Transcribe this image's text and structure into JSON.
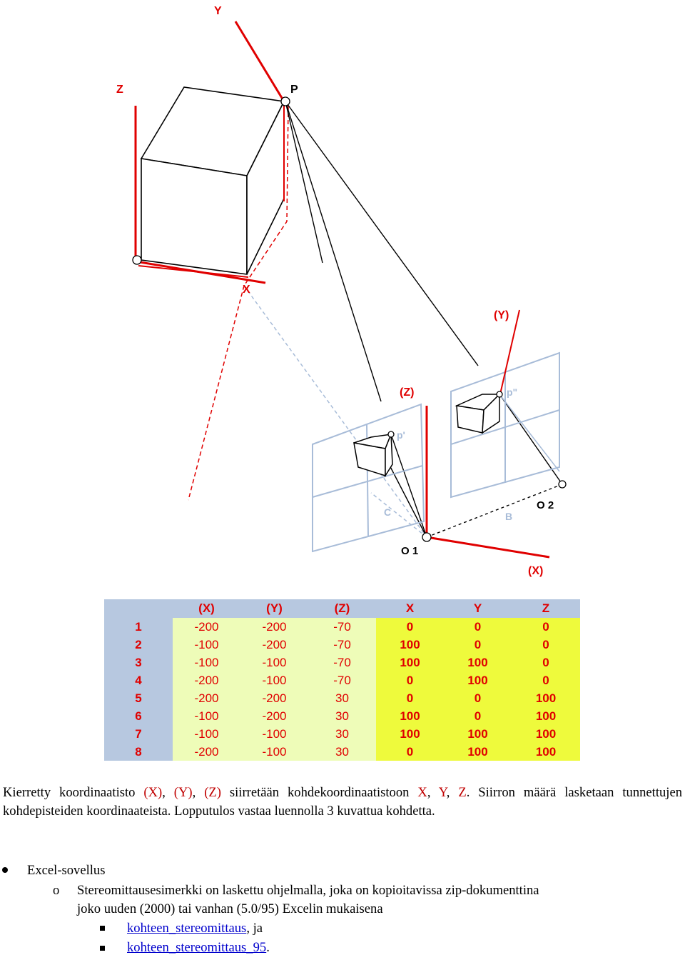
{
  "figure": {
    "labels": {
      "y": "Y",
      "z": "Z",
      "p": "P",
      "x": "X",
      "y_rot": "(Y)",
      "z_rot": "(Z)",
      "x_rot": "(X)",
      "p1": "p'",
      "p2": "p\"",
      "c": "C",
      "b": "B",
      "o1": "O 1",
      "o2": "O 2"
    },
    "colors": {
      "axis": "#e00000",
      "projection": "#a8bcd8",
      "edges": "#000000"
    }
  },
  "table": {
    "headers": [
      "(X)",
      "(Y)",
      "(Z)",
      "X",
      "Y",
      "Z"
    ],
    "rows": [
      {
        "id": "1",
        "values": [
          "-200",
          "-200",
          "-70",
          "0",
          "0",
          "0"
        ]
      },
      {
        "id": "2",
        "values": [
          "-100",
          "-200",
          "-70",
          "100",
          "0",
          "0"
        ]
      },
      {
        "id": "3",
        "values": [
          "-100",
          "-100",
          "-70",
          "100",
          "100",
          "0"
        ]
      },
      {
        "id": "4",
        "values": [
          "-200",
          "-100",
          "-70",
          "0",
          "100",
          "0"
        ]
      },
      {
        "id": "5",
        "values": [
          "-200",
          "-200",
          "30",
          "0",
          "0",
          "100"
        ]
      },
      {
        "id": "6",
        "values": [
          "-100",
          "-200",
          "30",
          "100",
          "0",
          "100"
        ]
      },
      {
        "id": "7",
        "values": [
          "-100",
          "-100",
          "30",
          "100",
          "100",
          "100"
        ]
      },
      {
        "id": "8",
        "values": [
          "-200",
          "-100",
          "30",
          "0",
          "100",
          "100"
        ]
      }
    ],
    "colors": {
      "header_bg": "#b7c8e0",
      "rotated_bg": "#eefcb8",
      "target_bg": "#eefa3c",
      "text": "#e00000"
    }
  },
  "paragraph": {
    "t1": "Kierretty koordinaatisto ",
    "x_rot": "(X)",
    "t2": ", ",
    "y_rot": "(Y)",
    "t3": ", ",
    "z_rot": "(Z)",
    "t4": " siirretään kohdekoordinaatistoon ",
    "x": "X",
    "t5": ", ",
    "y": "Y",
    "t6": ", ",
    "z": "Z",
    "t7": ". Siirron määrä lasketaan tunnettujen kohdepisteiden koordinaateista. Lopputulos vastaa luennolla 3 kuvattua kohdetta."
  },
  "bullets": {
    "level1": "Excel-sovellus",
    "level2_marker": "o",
    "level2_line1": "Stereomittausesimerkki on laskettu ohjelmalla, joka on kopioitavissa zip-dokumenttina",
    "level2_line2": "joko uuden (2000) tai vanhan (5.0/95) Excelin mukaisena",
    "link1": "kohteen_stereomittaus",
    "link1_suffix": ", ja",
    "link2": "kohteen_stereomittaus_95",
    "link2_suffix": "."
  }
}
